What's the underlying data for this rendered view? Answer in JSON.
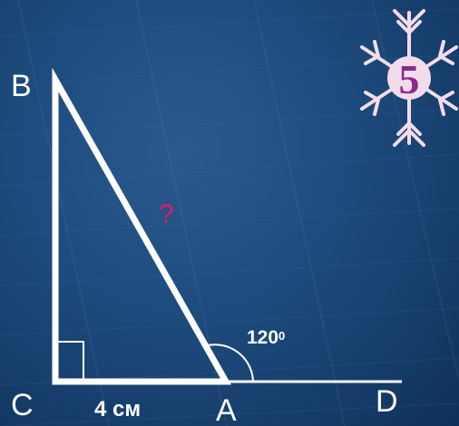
{
  "vertices": {
    "b": "B",
    "c": "C",
    "a": "A",
    "d": "D"
  },
  "unknown_side": "?",
  "side_ca": "4 см",
  "angle": {
    "value": "120",
    "degree_mark": "0"
  },
  "snowflake_number": "5",
  "colors": {
    "background": "#1d4a7c",
    "lines": "#ffffff",
    "question": "#e8186c",
    "snowflake": "#f3dcea",
    "snowflake_digit": "#8a2a8c"
  }
}
